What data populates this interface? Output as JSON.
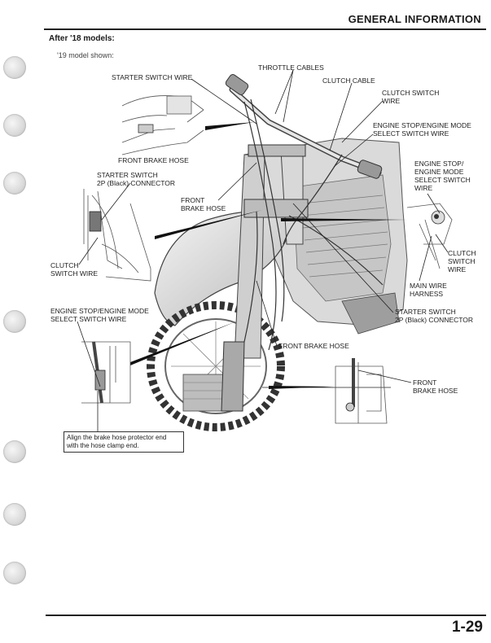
{
  "header": {
    "title": "GENERAL INFORMATION"
  },
  "section": {
    "heading": "After '18 models:"
  },
  "note": "'19 model shown:",
  "labels": {
    "throttle_cables": "THROTTLE CABLES",
    "starter_switch_wire": "STARTER SWITCH WIRE",
    "clutch_cable": "CLUTCH CABLE",
    "clutch_switch_wire_top": [
      "CLUTCH SWITCH",
      "WIRE"
    ],
    "engine_stop_select_top": [
      "ENGINE STOP/ENGINE MODE",
      "SELECT SWITCH WIRE"
    ],
    "front_brake_hose_top": "FRONT BRAKE HOSE",
    "starter_switch_connector_left": [
      "STARTER SWITCH",
      "2P (Black) CONNECTOR"
    ],
    "front_brake_hose_center": [
      "FRONT",
      "BRAKE HOSE"
    ],
    "engine_stop_select_right": [
      "ENGINE STOP/",
      "ENGINE MODE",
      "SELECT SWITCH",
      "WIRE"
    ],
    "clutch_switch_wire_left": [
      "CLUTCH",
      "SWITCH WIRE"
    ],
    "clutch_switch_wire_right": [
      "CLUTCH",
      "SWITCH",
      "WIRE"
    ],
    "main_wire_harness": [
      "MAIN WIRE",
      "HARNESS"
    ],
    "engine_stop_select_left": [
      "ENGINE STOP/ENGINE MODE",
      "SELECT SWITCH WIRE"
    ],
    "starter_switch_connector_right": [
      "STARTER SWITCH",
      "2P (Black) CONNECTOR"
    ],
    "front_brake_hose_bottom": "FRONT BRAKE HOSE",
    "front_brake_hose_right": [
      "FRONT",
      "BRAKE HOSE"
    ]
  },
  "caution": [
    "Align the brake hose protector end",
    "with the hose clamp end."
  ],
  "footer": {
    "page_number": "1-29"
  }
}
